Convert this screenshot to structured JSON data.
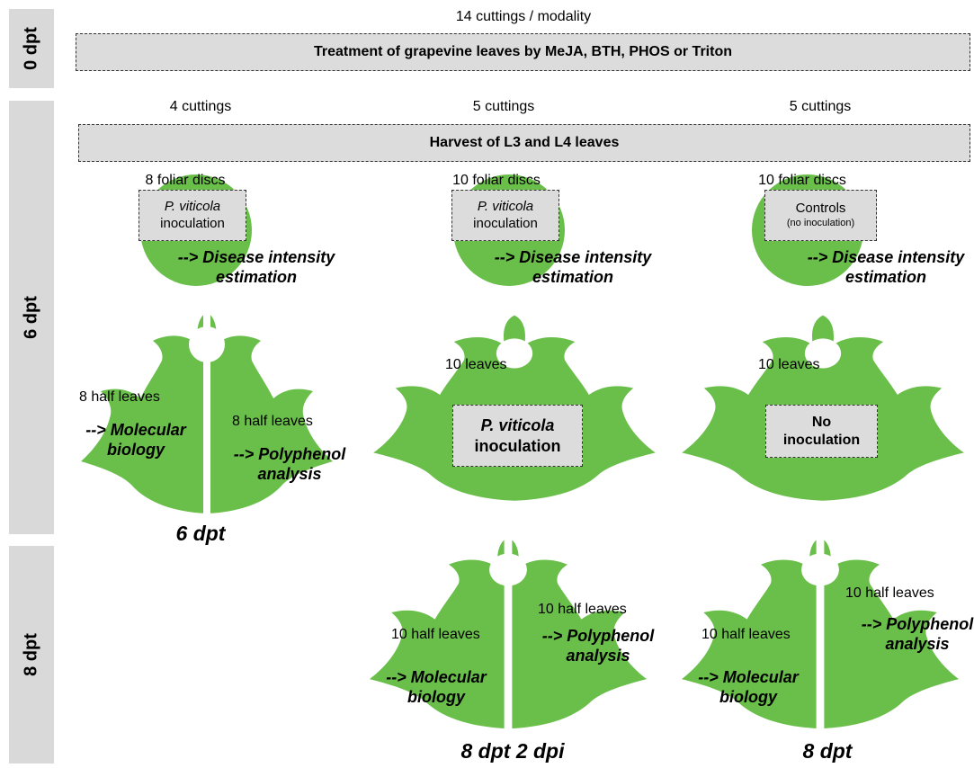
{
  "colors": {
    "leaf": "#6abf4b",
    "sidebar": "#d9d9d9",
    "box": "#dcdcdc"
  },
  "sidebar": {
    "t0": "0 dpt",
    "t6": "6 dpt",
    "t8": "8 dpt"
  },
  "top": {
    "cuttings_total": "14 cuttings / modality",
    "treatment": "Treatment of grapevine leaves by MeJA, BTH, PHOS or Triton"
  },
  "harvest": "Harvest of L3 and L4 leaves",
  "columns": [
    {
      "cuttings": "4 cuttings",
      "discs": "8 foliar discs",
      "box_line1": "P. viticola",
      "box_line2": "inoculation",
      "disease_line1": "--> Disease intensity",
      "disease_line2": "estimation",
      "half_left": "8 half leaves",
      "half_right": "8 half leaves",
      "mol_line1": "--> Molecular",
      "mol_line2": "biology",
      "poly_line1": "--> Polyphenol",
      "poly_line2": "analysis",
      "caption": "6 dpt"
    },
    {
      "cuttings": "5 cuttings",
      "discs": "10 foliar discs",
      "box_line1": "P. viticola",
      "box_line2": "inoculation",
      "disease_line1": "--> Disease intensity",
      "disease_line2": "estimation",
      "leaves": "10 leaves",
      "leaf_box_line1": "P. viticola",
      "leaf_box_line2": "inoculation",
      "half_left": "10 half leaves",
      "half_right": "10 half leaves",
      "mol_line1": "--> Molecular",
      "mol_line2": "biology",
      "poly_line1": "--> Polyphenol",
      "poly_line2": "analysis",
      "caption": "8 dpt 2 dpi"
    },
    {
      "cuttings": "5 cuttings",
      "discs": "10 foliar discs",
      "box_line1": "Controls",
      "box_line2": "(no inoculation)",
      "disease_line1": "--> Disease intensity",
      "disease_line2": "estimation",
      "leaves": "10 leaves",
      "leaf_box_line1": "No",
      "leaf_box_line2": "inoculation",
      "half_left": "10 half leaves",
      "half_right": "10 half leaves",
      "mol_line1": "--> Molecular",
      "mol_line2": "biology",
      "poly_line1": "--> Polyphenol",
      "poly_line2": "analysis",
      "caption": "8 dpt"
    }
  ]
}
